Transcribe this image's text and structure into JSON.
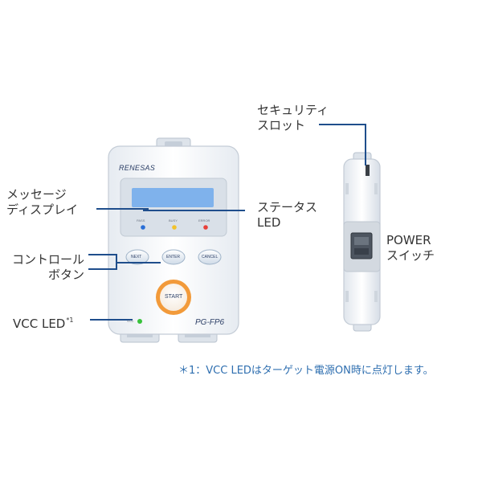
{
  "device": {
    "brand": "RENESAS",
    "model": "PG-FP6",
    "status_leds": [
      {
        "label": "PASS",
        "color": "#2a6fd6"
      },
      {
        "label": "BUSY",
        "color": "#f2c22c"
      },
      {
        "label": "ERROR",
        "color": "#e8403a"
      }
    ],
    "buttons": {
      "next": "NEXT",
      "enter": "ENTER",
      "cancel": "CANCEL",
      "start": "START"
    },
    "vcc_label": "VCC",
    "vcc_led_color": "#37c23a",
    "display_color": "#7fb2ec"
  },
  "callouts": {
    "message_display": [
      "メッセージ",
      "ディスプレイ"
    ],
    "control_buttons": [
      "コントロール",
      "ボタン"
    ],
    "vcc_led": "VCC LED",
    "vcc_led_note_mark": "*1",
    "status_led": [
      "ステータス",
      "LED"
    ],
    "security_slot": [
      "セキュリティ",
      "スロット"
    ],
    "power_switch": [
      "POWER",
      "スイッチ"
    ]
  },
  "footnote": "＊1：VCC LEDはターゲット電源ON時に点灯します。",
  "colors": {
    "leader_line": "#1f4e8c",
    "footnote_text": "#2f6fb0",
    "start_ring": "#f29a3a"
  }
}
